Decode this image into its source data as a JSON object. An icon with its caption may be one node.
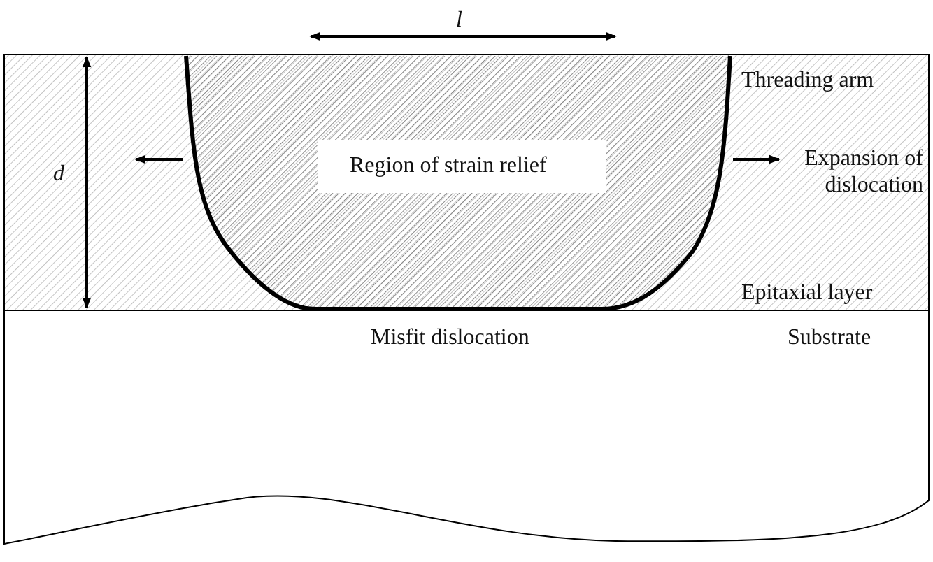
{
  "diagram": {
    "labels": [
      "l",
      "Threading arm",
      "d",
      "Region of strain relief",
      "Expansion of dislocation",
      "Epitaxial layer",
      "Misfit dislocation",
      "Substrate"
    ]
  }
}
